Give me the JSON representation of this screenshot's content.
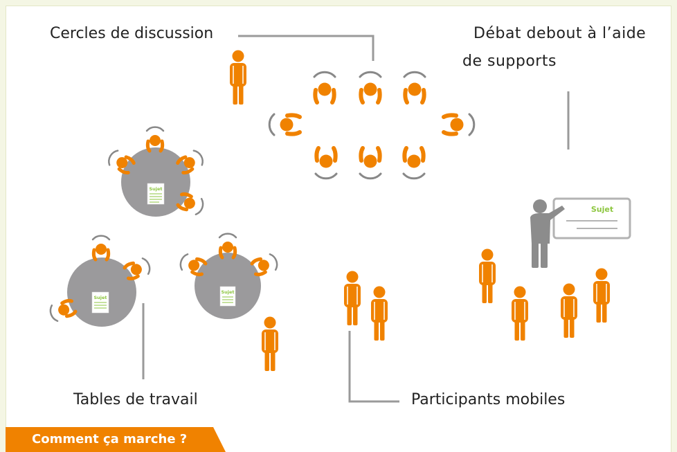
{
  "labels": {
    "cercles": "Cercles de discussion",
    "debat_line1": "Débat debout à l’aide",
    "debat_line2": "de supports",
    "tables": "Tables de travail",
    "mobiles": "Participants mobiles"
  },
  "sheet_label": "Sujet",
  "board_label": "Sujet",
  "footer": {
    "label": "Comment ça marche ?"
  },
  "colors": {
    "accent": "#f08200",
    "figure_grey": "#8c8c8c",
    "table_grey": "#9b9a9c",
    "line_grey": "#9a9a9a",
    "sheet_green": "#8dc63f",
    "frame_bg": "#f4f6e4"
  }
}
